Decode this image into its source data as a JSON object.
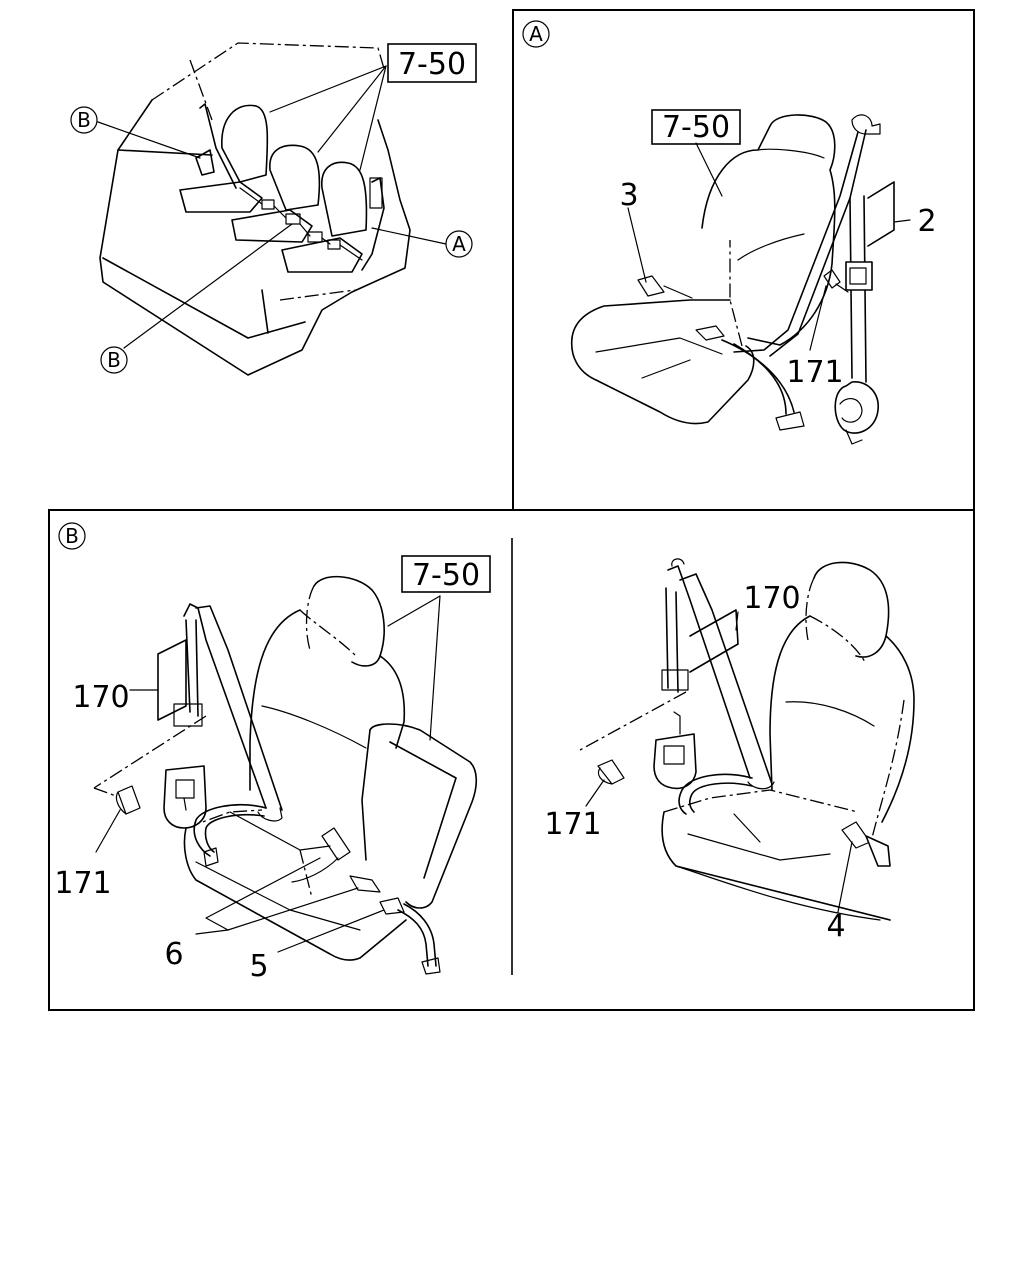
{
  "callouts": {
    "A": "A",
    "B": "B"
  },
  "refs": {
    "ref_7_50": "7-50"
  },
  "parts": {
    "p2": "2",
    "p3": "3",
    "p4": "4",
    "p5": "5",
    "p6": "6",
    "p170": "170",
    "p171": "171"
  }
}
